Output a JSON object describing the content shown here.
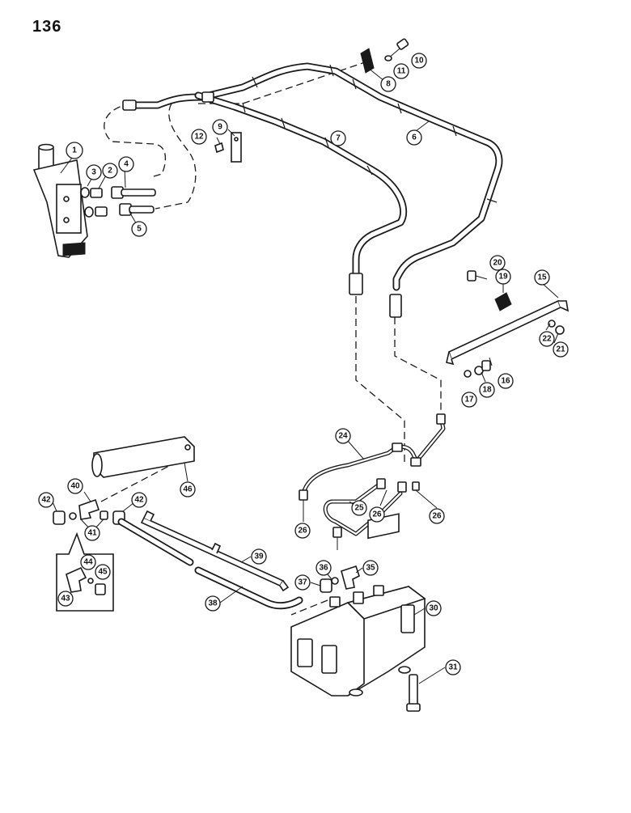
{
  "page_number": "136",
  "callouts": [
    "1",
    "2",
    "3",
    "4",
    "5",
    "6",
    "7",
    "8",
    "9",
    "10",
    "11",
    "12",
    "15",
    "16",
    "17",
    "18",
    "19",
    "20",
    "21",
    "22",
    "24",
    "25",
    "26",
    "26",
    "26",
    "30",
    "31",
    "35",
    "36",
    "37",
    "38",
    "39",
    "40",
    "41",
    "42",
    "42",
    "43",
    "44",
    "45",
    "46"
  ]
}
